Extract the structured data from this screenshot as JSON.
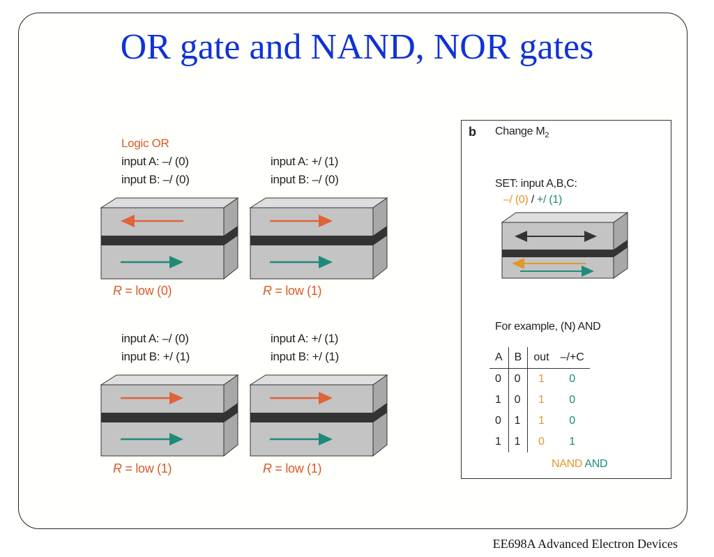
{
  "title": "OR gate and NAND, NOR gates",
  "footer": "EE698A  Advanced Electron Devices",
  "colors": {
    "title": "#1033d6",
    "orange_arrow": "#e0633a",
    "teal_arrow": "#1f8a7a",
    "block_gray": "#c4c4c4",
    "spacer": "#333333"
  },
  "left": {
    "logic_heading": "Logic OR",
    "cells": [
      {
        "input_a": "input A: –/ (0)",
        "input_b": "input B: –/ (0)",
        "r_prefix": "R",
        "r_suffix": " = low (0)",
        "top_arrow": "left"
      },
      {
        "input_a": "input A: +/ (1)",
        "input_b": "input B: –/ (0)",
        "r_prefix": "R",
        "r_suffix": " = low (1)",
        "top_arrow": "right"
      },
      {
        "input_a": "input A: –/ (0)",
        "input_b": "input B: +/ (1)",
        "r_prefix": "R",
        "r_suffix": " = low (1)",
        "top_arrow": "right"
      },
      {
        "input_a": "input A: +/ (1)",
        "input_b": "input B: +/ (1)",
        "r_prefix": "R",
        "r_suffix": " = low (1)",
        "top_arrow": "right"
      }
    ]
  },
  "panel_b": {
    "letter": "b",
    "heading_main": "Change M",
    "heading_sub": "2",
    "set_label": "SET: input A,B,C:",
    "set_zero": "–/ (0)",
    "set_sep": " / ",
    "set_one": "+/ (1)",
    "example_label": "For example, (N) AND",
    "table": {
      "headers": [
        "A",
        "B",
        "out",
        "–/+C"
      ],
      "rows": [
        [
          "0",
          "0",
          "1",
          "0"
        ],
        [
          "1",
          "0",
          "1",
          "0"
        ],
        [
          "0",
          "1",
          "1",
          "0"
        ],
        [
          "1",
          "1",
          "0",
          "1"
        ]
      ]
    },
    "nand_label": "NAND",
    "and_label": "AND"
  }
}
